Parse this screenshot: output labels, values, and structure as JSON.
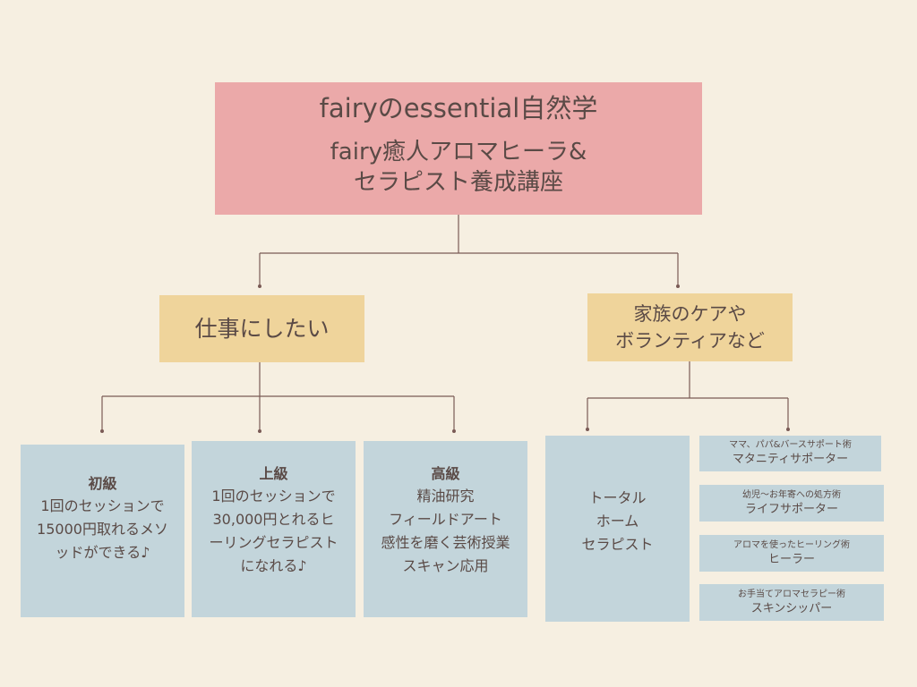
{
  "title": {
    "line1": "fairyのessential自然学",
    "line2": "fairy癒人アロマヒーラ&",
    "line3": "セラピスト養成講座"
  },
  "categories": {
    "work": {
      "label": "仕事にしたい"
    },
    "family": {
      "line1": "家族のケアや",
      "line2": "ボランティアなど"
    }
  },
  "courses": {
    "beginner": {
      "heading": "初級",
      "lines": [
        "1回のセッションで",
        "15000円取れるメソ",
        "ッドができる♪"
      ]
    },
    "advanced": {
      "heading": "上級",
      "lines": [
        "1回のセッションで",
        "30,000円とれるヒ",
        "ーリングセラピスト",
        "になれる♪"
      ]
    },
    "expert": {
      "heading": "高級",
      "lines": [
        "精油研究",
        "フィールドアート",
        "感性を磨く芸術授業",
        "スキャン応用"
      ]
    },
    "total": {
      "lines": [
        "トータル",
        "ホーム",
        "セラピスト"
      ]
    }
  },
  "sub_courses": [
    {
      "caption": "ママ、パパ&バースサポート術",
      "name": "マタニティサポーター"
    },
    {
      "caption": "幼児〜お年寄への処方術",
      "name": "ライフサポーター"
    },
    {
      "caption": "アロマを使ったヒーリング術",
      "name": "ヒーラー"
    },
    {
      "caption": "お手当てアロマセラピー術",
      "name": "スキンシッパー"
    }
  ],
  "colors": {
    "background": "#f6efe1",
    "title_box": "#eba9a9",
    "category_box": "#efd49b",
    "course_box": "#c3d5db",
    "connector": "#7a5a55"
  }
}
